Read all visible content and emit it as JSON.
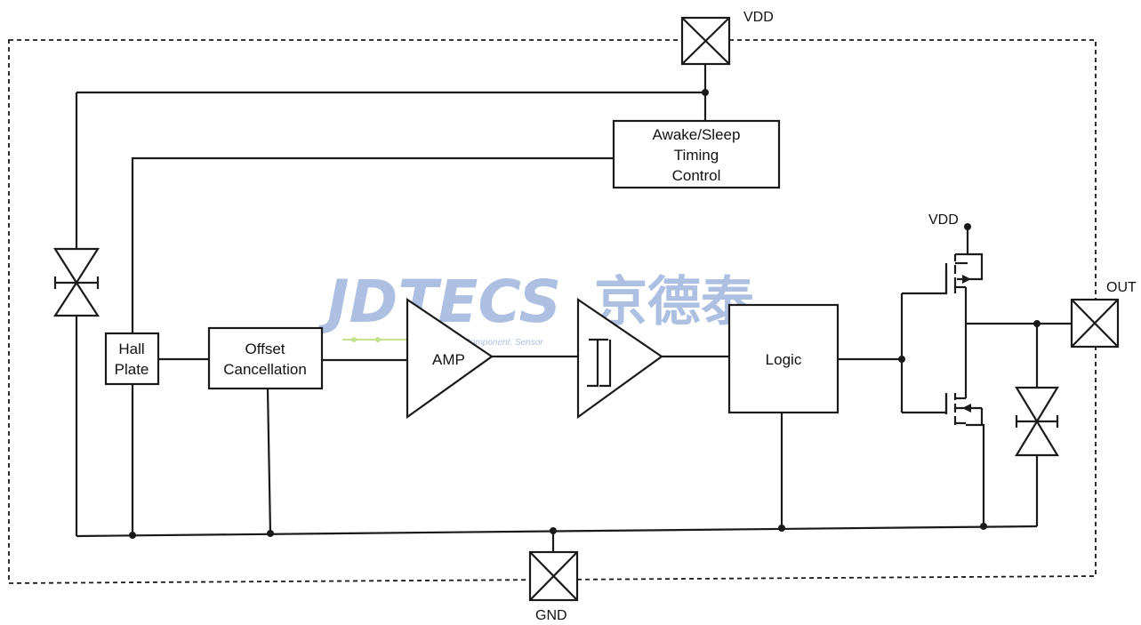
{
  "blocks": {
    "awake_line1": "Awake/Sleep",
    "awake_line2": "Timing",
    "awake_line3": "Control",
    "hall_line1": "Hall",
    "hall_line2": "Plate",
    "offset_line1": "Offset",
    "offset_line2": "Cancellation",
    "amp": "AMP",
    "logic": "Logic"
  },
  "pins": {
    "vdd_top": "VDD",
    "vdd_driver": "VDD",
    "out": "OUT",
    "gnd": "GND"
  },
  "watermark": {
    "brand": "JDTECS",
    "chinese": "京德泰",
    "tagline": "Electronics Component, Sensor",
    "color": "#9fb6de"
  },
  "colors": {
    "line": "#1a1a1a",
    "text": "#111111"
  }
}
